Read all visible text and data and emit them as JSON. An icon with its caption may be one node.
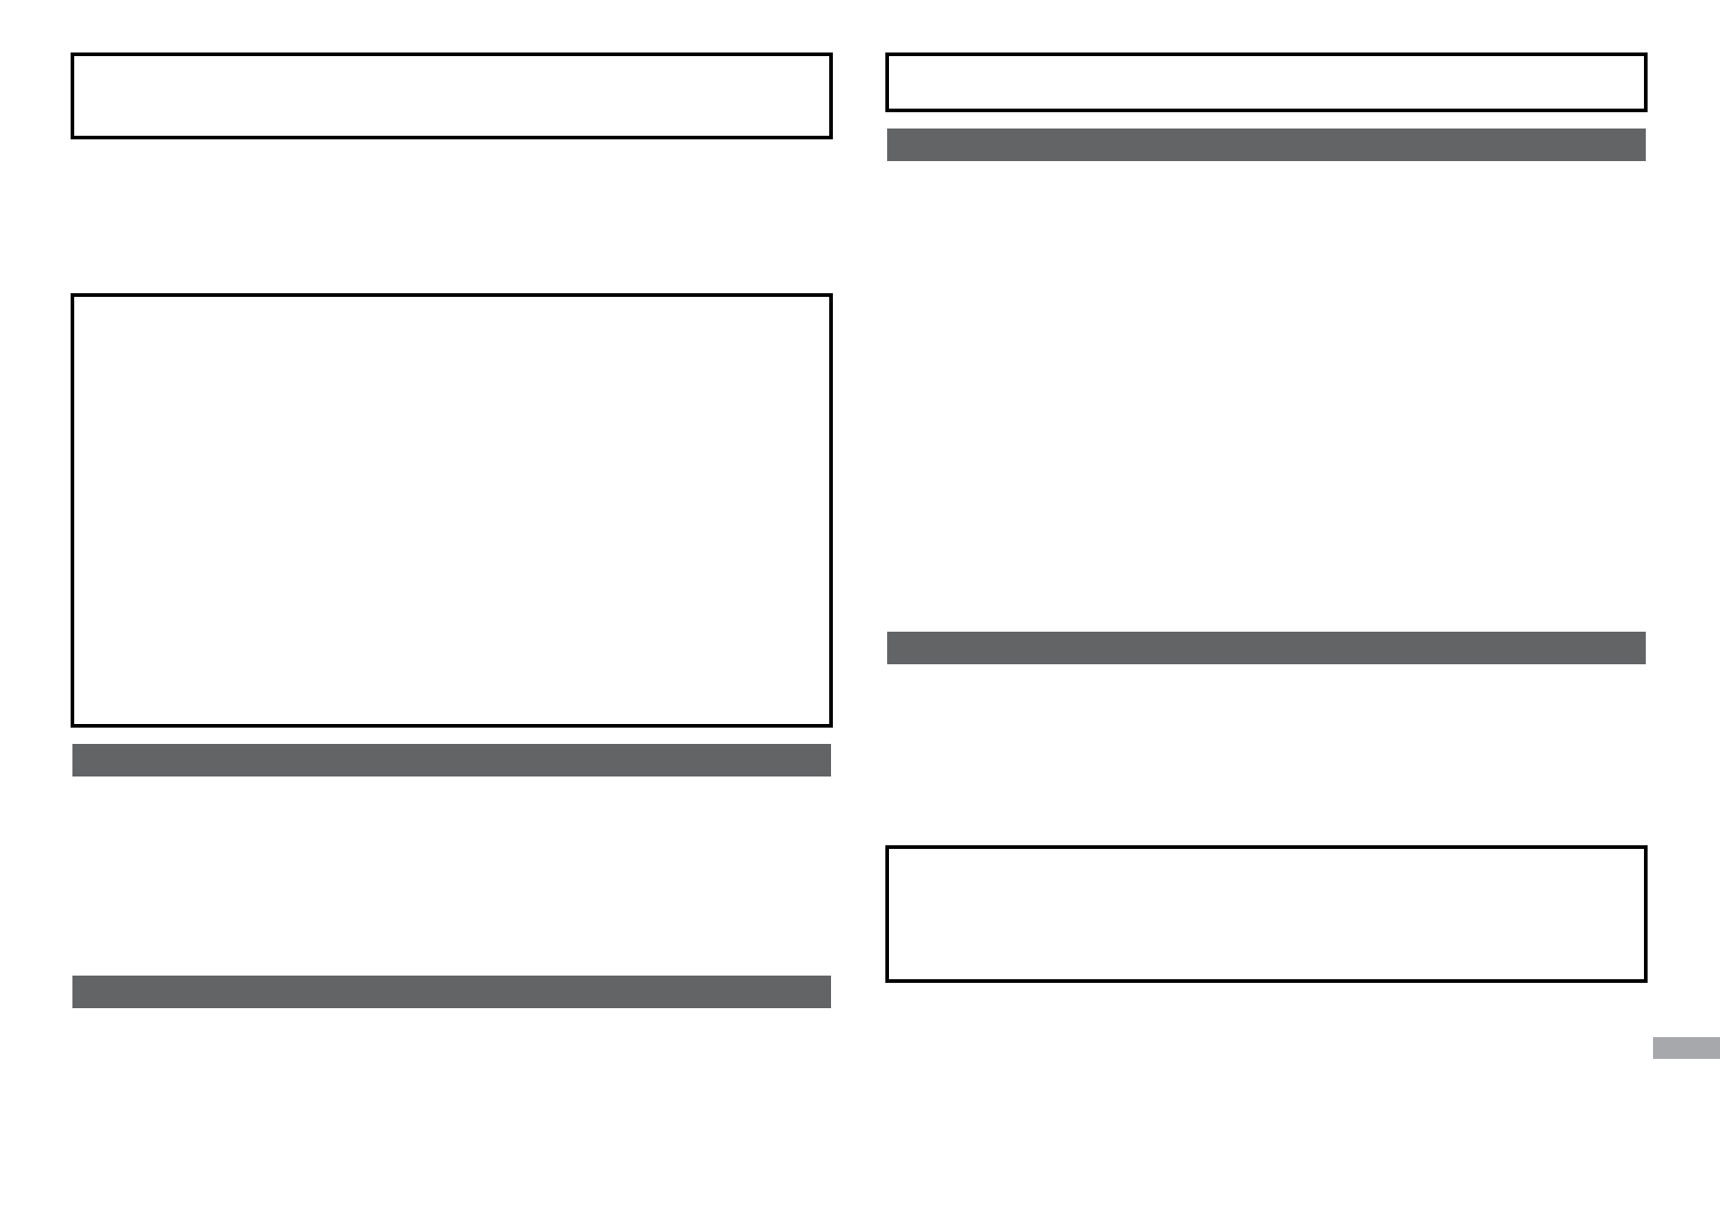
{
  "diagram": {
    "nodes": [
      {
        "text": [],
        "shape": "box"
      },
      {
        "text": [],
        "shape": "box"
      },
      {
        "text": [],
        "shape": "bar"
      },
      {
        "text": [],
        "shape": "bar"
      },
      {
        "text": [],
        "shape": "box"
      },
      {
        "text": [],
        "shape": "bar"
      },
      {
        "text": [],
        "shape": "bar"
      },
      {
        "text": [],
        "shape": "box"
      },
      {
        "text": [],
        "shape": "tab"
      }
    ]
  }
}
